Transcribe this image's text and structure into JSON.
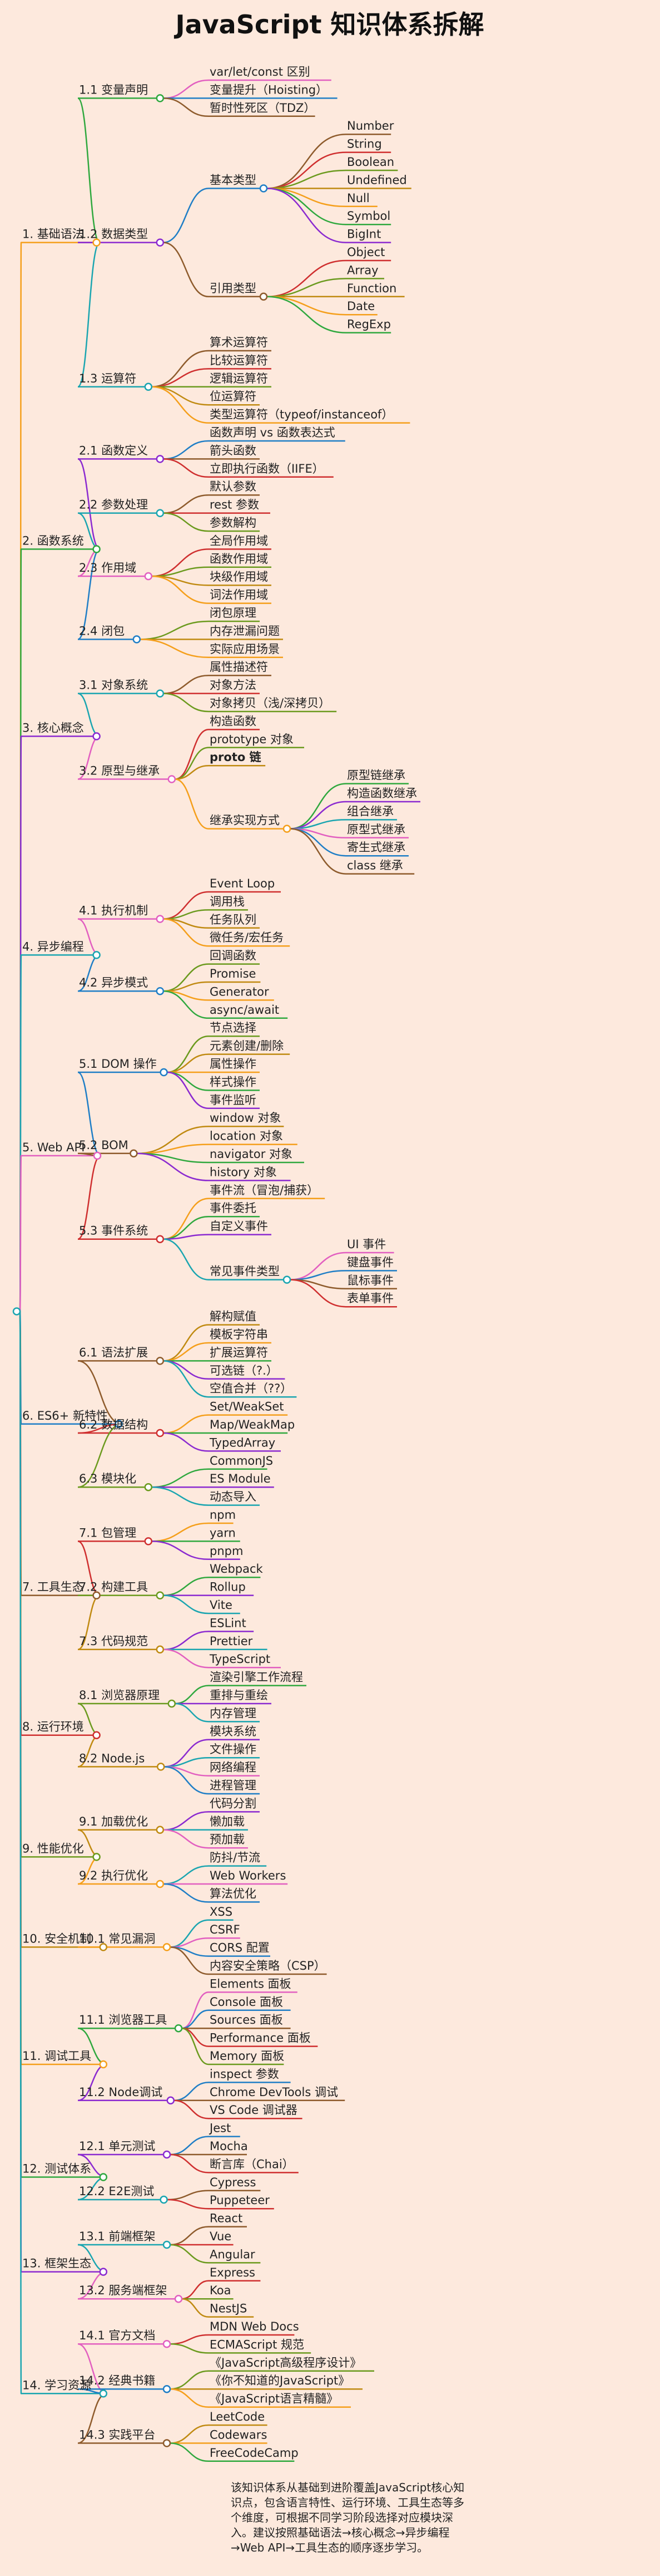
{
  "title": "JavaScript 知识体系拆解",
  "note": [
    "该知识体系从基础到进阶覆盖JavaScript核心知",
    "识点，包含语言特性、运行环境、工具生态等多",
    "个维度，可根据不同学习阶段选择对应模块深",
    "入。建议按照基础语法→核心概念→异步编程",
    "→Web API→工具生态的顺序逐步学习。"
  ],
  "colors": {
    "background": "#fde9dd",
    "palette": [
      "#f59f1b",
      "#2fa83e",
      "#8b2ad0",
      "#1aa5b0",
      "#e25fc0",
      "#1f7ec6",
      "#8e5b2c",
      "#cf2f2f",
      "#6b9a1e",
      "#c08a11"
    ]
  },
  "tree": {
    "children": [
      {
        "label": "1. 基础语法",
        "children": [
          {
            "label": "1.1 变量声明",
            "children": [
              {
                "label": "var/let/const 区别"
              },
              {
                "label": "变量提升（Hoisting）"
              },
              {
                "label": "暂时性死区（TDZ）"
              }
            ]
          },
          {
            "label": "1.2 数据类型",
            "children": [
              {
                "label": "基本类型",
                "children": [
                  {
                    "label": "Number"
                  },
                  {
                    "label": "String"
                  },
                  {
                    "label": "Boolean"
                  },
                  {
                    "label": "Undefined"
                  },
                  {
                    "label": "Null"
                  },
                  {
                    "label": "Symbol"
                  },
                  {
                    "label": "BigInt"
                  }
                ]
              },
              {
                "label": "引用类型",
                "children": [
                  {
                    "label": "Object"
                  },
                  {
                    "label": "Array"
                  },
                  {
                    "label": "Function"
                  },
                  {
                    "label": "Date"
                  },
                  {
                    "label": "RegExp"
                  }
                ]
              }
            ]
          },
          {
            "label": "1.3 运算符",
            "children": [
              {
                "label": "算术运算符"
              },
              {
                "label": "比较运算符"
              },
              {
                "label": "逻辑运算符"
              },
              {
                "label": "位运算符"
              },
              {
                "label": "类型运算符（typeof/instanceof）"
              }
            ]
          }
        ]
      },
      {
        "label": "2. 函数系统",
        "children": [
          {
            "label": "2.1 函数定义",
            "children": [
              {
                "label": "函数声明 vs 函数表达式"
              },
              {
                "label": "箭头函数"
              },
              {
                "label": "立即执行函数（IIFE）"
              }
            ]
          },
          {
            "label": "2.2 参数处理",
            "children": [
              {
                "label": "默认参数"
              },
              {
                "label": "rest 参数"
              },
              {
                "label": "参数解构"
              }
            ]
          },
          {
            "label": "2.3 作用域",
            "children": [
              {
                "label": "全局作用域"
              },
              {
                "label": "函数作用域"
              },
              {
                "label": "块级作用域"
              },
              {
                "label": "词法作用域"
              }
            ]
          },
          {
            "label": "2.4 闭包",
            "children": [
              {
                "label": "闭包原理"
              },
              {
                "label": "内存泄漏问题"
              },
              {
                "label": "实际应用场景"
              }
            ]
          }
        ]
      },
      {
        "label": "3. 核心概念",
        "children": [
          {
            "label": "3.1 对象系统",
            "children": [
              {
                "label": "属性描述符"
              },
              {
                "label": "对象方法"
              },
              {
                "label": "对象拷贝（浅/深拷贝）"
              }
            ]
          },
          {
            "label": "3.2 原型与继承",
            "children": [
              {
                "label": "构造函数"
              },
              {
                "label": "prototype 对象"
              },
              {
                "label": "proto 链",
                "bold": true
              },
              {
                "label": "继承实现方式",
                "children": [
                  {
                    "label": "原型链继承"
                  },
                  {
                    "label": "构造函数继承"
                  },
                  {
                    "label": "组合继承"
                  },
                  {
                    "label": "原型式继承"
                  },
                  {
                    "label": "寄生式继承"
                  },
                  {
                    "label": "class 继承"
                  }
                ]
              }
            ]
          }
        ]
      },
      {
        "label": "4. 异步编程",
        "children": [
          {
            "label": "4.1 执行机制",
            "children": [
              {
                "label": "Event Loop"
              },
              {
                "label": "调用栈"
              },
              {
                "label": "任务队列"
              },
              {
                "label": "微任务/宏任务"
              }
            ]
          },
          {
            "label": "4.2 异步模式",
            "children": [
              {
                "label": "回调函数"
              },
              {
                "label": "Promise"
              },
              {
                "label": "Generator"
              },
              {
                "label": "async/await"
              }
            ]
          }
        ]
      },
      {
        "label": "5. Web API",
        "children": [
          {
            "label": "5.1 DOM 操作",
            "children": [
              {
                "label": "节点选择"
              },
              {
                "label": "元素创建/删除"
              },
              {
                "label": "属性操作"
              },
              {
                "label": "样式操作"
              },
              {
                "label": "事件监听"
              }
            ]
          },
          {
            "label": "5.2 BOM",
            "children": [
              {
                "label": "window 对象"
              },
              {
                "label": "location 对象"
              },
              {
                "label": "navigator 对象"
              },
              {
                "label": "history 对象"
              }
            ]
          },
          {
            "label": "5.3 事件系统",
            "children": [
              {
                "label": "事件流（冒泡/捕获）"
              },
              {
                "label": "事件委托"
              },
              {
                "label": "自定义事件"
              },
              {
                "label": "常见事件类型",
                "children": [
                  {
                    "label": "UI 事件"
                  },
                  {
                    "label": "键盘事件"
                  },
                  {
                    "label": "鼠标事件"
                  },
                  {
                    "label": "表单事件"
                  }
                ]
              }
            ]
          }
        ]
      },
      {
        "label": "6. ES6+ 新特性",
        "children": [
          {
            "label": "6.1 语法扩展",
            "children": [
              {
                "label": "解构赋值"
              },
              {
                "label": "模板字符串"
              },
              {
                "label": "扩展运算符"
              },
              {
                "label": "可选链（?.）"
              },
              {
                "label": "空值合并（??）"
              }
            ]
          },
          {
            "label": "6.2 数据结构",
            "children": [
              {
                "label": "Set/WeakSet"
              },
              {
                "label": "Map/WeakMap"
              },
              {
                "label": "TypedArray"
              }
            ]
          },
          {
            "label": "6.3 模块化",
            "children": [
              {
                "label": "CommonJS"
              },
              {
                "label": "ES Module"
              },
              {
                "label": "动态导入"
              }
            ]
          }
        ]
      },
      {
        "label": "7. 工具生态",
        "children": [
          {
            "label": "7.1 包管理",
            "children": [
              {
                "label": "npm"
              },
              {
                "label": "yarn"
              },
              {
                "label": "pnpm"
              }
            ]
          },
          {
            "label": "7.2 构建工具",
            "children": [
              {
                "label": "Webpack"
              },
              {
                "label": "Rollup"
              },
              {
                "label": "Vite"
              }
            ]
          },
          {
            "label": "7.3 代码规范",
            "children": [
              {
                "label": "ESLint"
              },
              {
                "label": "Prettier"
              },
              {
                "label": "TypeScript"
              }
            ]
          }
        ]
      },
      {
        "label": "8. 运行环境",
        "children": [
          {
            "label": "8.1 浏览器原理",
            "children": [
              {
                "label": "渲染引擎工作流程"
              },
              {
                "label": "重排与重绘"
              },
              {
                "label": "内存管理"
              }
            ]
          },
          {
            "label": "8.2 Node.js",
            "children": [
              {
                "label": "模块系统"
              },
              {
                "label": "文件操作"
              },
              {
                "label": "网络编程"
              },
              {
                "label": "进程管理"
              }
            ]
          }
        ]
      },
      {
        "label": "9. 性能优化",
        "children": [
          {
            "label": "9.1 加载优化",
            "children": [
              {
                "label": "代码分割"
              },
              {
                "label": "懒加载"
              },
              {
                "label": "预加载"
              }
            ]
          },
          {
            "label": "9.2 执行优化",
            "children": [
              {
                "label": "防抖/节流"
              },
              {
                "label": "Web Workers"
              },
              {
                "label": "算法优化"
              }
            ]
          }
        ]
      },
      {
        "label": "10. 安全机制",
        "children": [
          {
            "label": "10.1 常见漏洞",
            "children": [
              {
                "label": "XSS"
              },
              {
                "label": "CSRF"
              },
              {
                "label": "CORS 配置"
              },
              {
                "label": "内容安全策略（CSP）"
              }
            ]
          }
        ]
      },
      {
        "label": "11. 调试工具",
        "children": [
          {
            "label": "11.1 浏览器工具",
            "children": [
              {
                "label": "Elements 面板"
              },
              {
                "label": "Console 面板"
              },
              {
                "label": "Sources 面板"
              },
              {
                "label": "Performance 面板"
              },
              {
                "label": "Memory 面板"
              }
            ]
          },
          {
            "label": "11.2 Node调试",
            "children": [
              {
                "label": "inspect 参数"
              },
              {
                "label": "Chrome DevTools 调试"
              },
              {
                "label": "VS Code 调试器"
              }
            ]
          }
        ]
      },
      {
        "label": "12. 测试体系",
        "children": [
          {
            "label": "12.1 单元测试",
            "children": [
              {
                "label": "Jest"
              },
              {
                "label": "Mocha"
              },
              {
                "label": "断言库（Chai）"
              }
            ]
          },
          {
            "label": "12.2 E2E测试",
            "children": [
              {
                "label": "Cypress"
              },
              {
                "label": "Puppeteer"
              }
            ]
          }
        ]
      },
      {
        "label": "13. 框架生态",
        "children": [
          {
            "label": "13.1 前端框架",
            "children": [
              {
                "label": "React"
              },
              {
                "label": "Vue"
              },
              {
                "label": "Angular"
              }
            ]
          },
          {
            "label": "13.2 服务端框架",
            "children": [
              {
                "label": "Express"
              },
              {
                "label": "Koa"
              },
              {
                "label": "NestJS"
              }
            ]
          }
        ]
      },
      {
        "label": "14. 学习资源",
        "children": [
          {
            "label": "14.1 官方文档",
            "children": [
              {
                "label": "MDN Web Docs"
              },
              {
                "label": "ECMAScript 规范"
              }
            ]
          },
          {
            "label": "14.2 经典书籍",
            "children": [
              {
                "label": "《JavaScript高级程序设计》"
              },
              {
                "label": "《你不知道的JavaScript》"
              },
              {
                "label": "《JavaScript语言精髓》"
              }
            ]
          },
          {
            "label": "14.3 实践平台",
            "children": [
              {
                "label": "LeetCode"
              },
              {
                "label": "Codewars"
              },
              {
                "label": "FreeCodeCamp"
              }
            ]
          }
        ]
      }
    ]
  }
}
